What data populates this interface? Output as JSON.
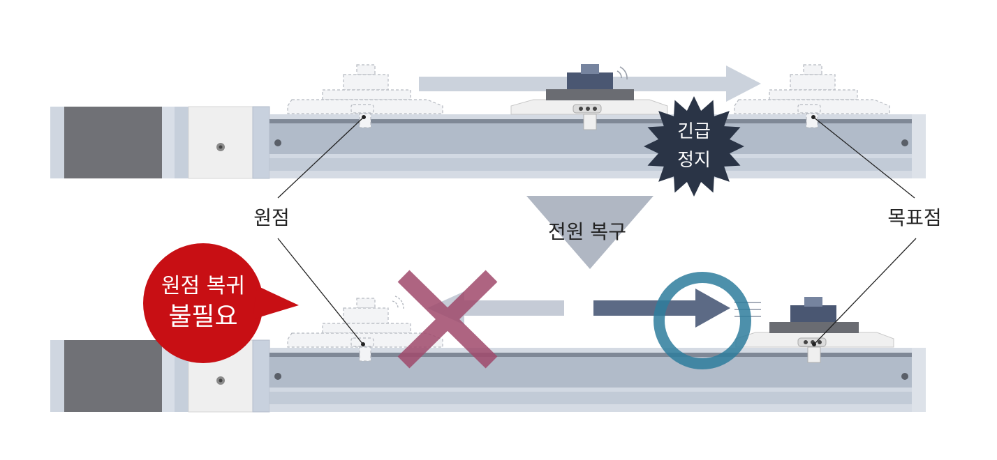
{
  "labels": {
    "origin": "원점",
    "target": "목표점",
    "power_restore": "전원 복구",
    "emergency_line1": "긴급",
    "emergency_line2": "정지",
    "no_homing_line1": "원점 복귀",
    "no_homing_line2": "불필요"
  },
  "colors": {
    "motor_dark": "#707176",
    "rail_light": "#ccd3de",
    "rail_body": "#b7c1cf",
    "flow_arrow": "#cbd2dc",
    "move_arrow": "#5c6a85",
    "cross": "#a04a6c",
    "check_circle": "#2e7c9c",
    "emergency_burst": "#2a3446",
    "balloon_red": "#c80f14",
    "power_triangle": "#b0b7c3"
  }
}
